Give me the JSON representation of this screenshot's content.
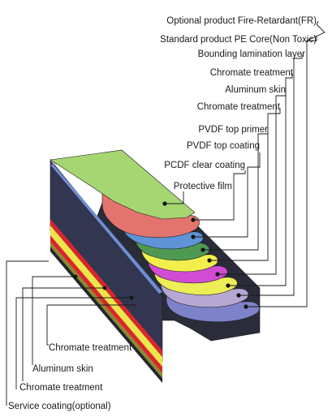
{
  "diagram": {
    "labels_right": [
      "Optional product Fire-Retardant(FR)",
      "Standard product PE Core(Non Toxic)",
      "Bounding lamination layer",
      "Chromate treatment",
      "Aluminum skin",
      "Chromate treatment",
      "PVDF top primer",
      "PVDF top coating",
      "PCDF clear coating",
      "Protective film"
    ],
    "labels_bottom": [
      "Chromate treatment",
      "Aluminum skin",
      "Chromate treatment",
      "Service coating(optional)"
    ],
    "colors": {
      "protective_film": "#a6d672",
      "clear_coating": "#e2746d",
      "top_coating": "#5e93d6",
      "top_primer": "#4f9a52",
      "chromate_top": "#f2ef4c",
      "aluminum_top": "#d24bd3",
      "chromate_top2": "#eded55",
      "bonding_layer": "#b6a8d2",
      "core": "#7d82c9",
      "slab_side": "#2a2c3a",
      "stripe_red": "#d9262c",
      "stripe_yellow": "#ece64a",
      "stripe_olive": "#8a8a2a"
    }
  }
}
